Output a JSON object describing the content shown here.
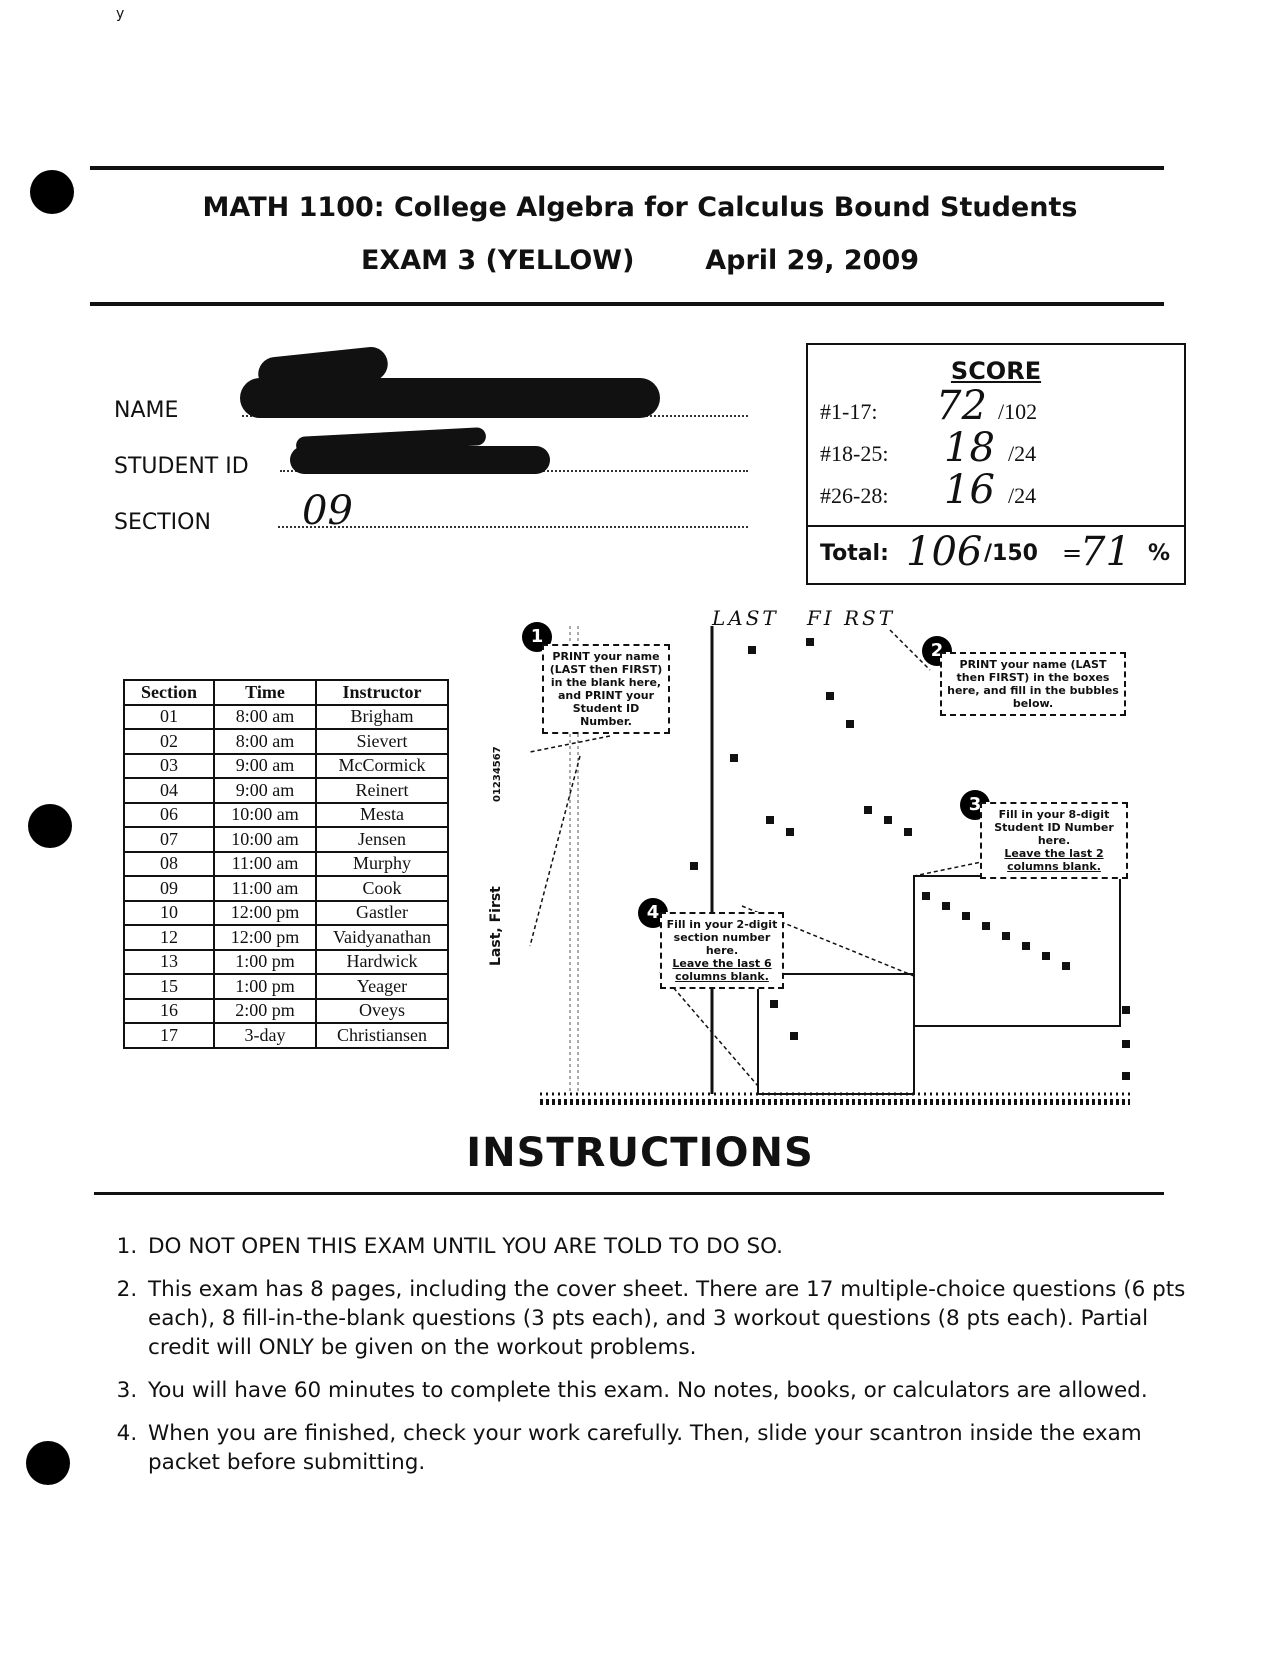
{
  "header": {
    "course_title": "MATH 1100: College Algebra for Calculus Bound Students",
    "exam_line": "EXAM 3 (YELLOW)",
    "date": "April 29, 2009"
  },
  "student_info": {
    "name_label": "NAME",
    "student_id_label": "STUDENT ID",
    "section_label": "SECTION",
    "section_value": "09"
  },
  "score_box": {
    "title": "SCORE",
    "rows": [
      {
        "label": "#1-17:",
        "score": "72",
        "max": "/102"
      },
      {
        "label": "#18-25:",
        "score": "18",
        "max": "/24"
      },
      {
        "label": "#26-28:",
        "score": "16",
        "max": "/24"
      }
    ],
    "total_label": "Total:",
    "total_score": "106",
    "total_max": "/150",
    "percent_eq": "=",
    "percent_value": "71",
    "percent_sign": "%"
  },
  "section_table": {
    "headers": [
      "Section",
      "Time",
      "Instructor"
    ],
    "rows": [
      [
        "01",
        "8:00 am",
        "Brigham"
      ],
      [
        "02",
        "8:00 am",
        "Sievert"
      ],
      [
        "03",
        "9:00 am",
        "McCormick"
      ],
      [
        "04",
        "9:00 am",
        "Reinert"
      ],
      [
        "06",
        "10:00 am",
        "Mesta"
      ],
      [
        "07",
        "10:00 am",
        "Jensen"
      ],
      [
        "08",
        "11:00 am",
        "Murphy"
      ],
      [
        "09",
        "11:00 am",
        "Cook"
      ],
      [
        "10",
        "12:00 pm",
        "Gastler"
      ],
      [
        "12",
        "12:00 pm",
        "Vaidyanathan"
      ],
      [
        "13",
        "1:00 pm",
        "Hardwick"
      ],
      [
        "15",
        "1:00 pm",
        "Yeager"
      ],
      [
        "16",
        "2:00 pm",
        "Oveys"
      ],
      [
        "17",
        "3-day",
        "Christiansen"
      ]
    ]
  },
  "scantron": {
    "header_handwritten": "LAST   FI RST",
    "side_label": "Last, First",
    "side_digits": "01234567",
    "callouts": [
      {
        "num": "1",
        "text": "PRINT your name (LAST then FIRST) in the blank here, and PRINT your Student ID Number."
      },
      {
        "num": "2",
        "text": "PRINT your name (LAST then FIRST) in the boxes here, and fill in the bubbles below."
      },
      {
        "num": "3",
        "text": "Fill in your 8-digit Student ID Number here.",
        "underlined": "Leave the last 2 columns blank."
      },
      {
        "num": "4",
        "text": "Fill in your 2-digit section number here.",
        "underlined": "Leave the last 6 columns blank."
      }
    ]
  },
  "instructions": {
    "heading": "INSTRUCTIONS",
    "items": [
      "DO NOT OPEN THIS EXAM UNTIL YOU ARE TOLD TO DO SO.",
      "This exam has 8 pages, including the cover sheet. There are 17 multiple-choice questions (6 pts each), 8 fill-in-the-blank questions (3 pts each), and 3 workout questions (8 pts each). Partial credit will ONLY be given on the workout problems.",
      "You will have 60 minutes to complete this exam. No notes, books, or calculators are allowed.",
      "When you are finished, check your work carefully. Then, slide your scantron inside the exam packet before submitting."
    ]
  }
}
